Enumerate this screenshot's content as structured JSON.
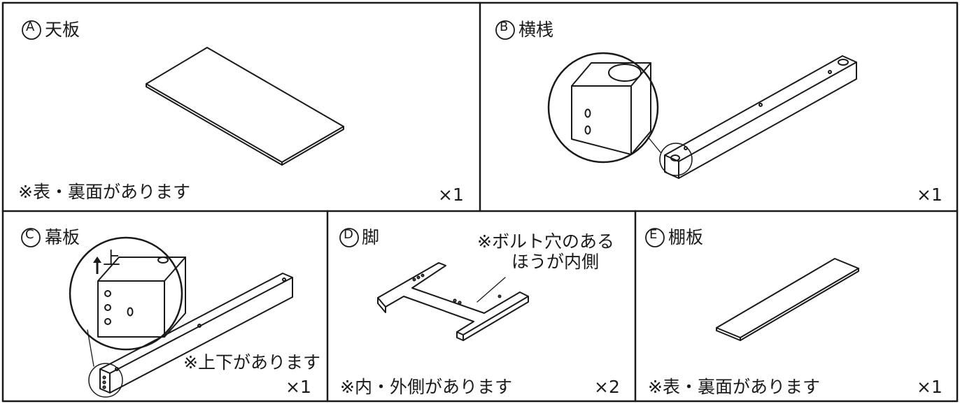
{
  "parts": {
    "a": {
      "letter": "A",
      "name": "天板",
      "note": "※表・裏面があります",
      "qty": "×1"
    },
    "b": {
      "letter": "B",
      "name": "横桟",
      "qty": "×1"
    },
    "c": {
      "letter": "C",
      "name": "幕板",
      "up_label": "上",
      "note": "※上下があります",
      "qty": "×1"
    },
    "d": {
      "letter": "D",
      "name": "脚",
      "callout_line1": "※ボルト穴のある",
      "callout_line2": "ほうが内側",
      "note": "※内・外側があります",
      "qty": "×2"
    },
    "e": {
      "letter": "E",
      "name": "棚板",
      "note": "※表・裏面があります",
      "qty": "×1"
    }
  }
}
